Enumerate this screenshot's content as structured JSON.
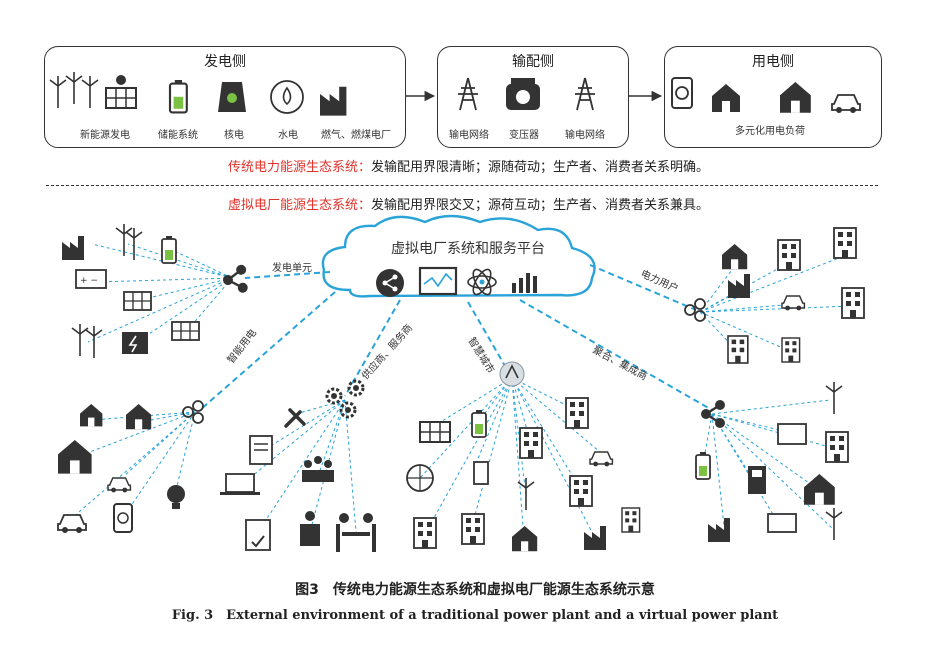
{
  "top": {
    "gen": {
      "title": "发电侧",
      "items": [
        "新能源发电",
        "储能系统",
        "核电",
        "水电",
        "燃气、燃煤电厂"
      ]
    },
    "trans": {
      "title": "输配侧",
      "items": [
        "输电网络",
        "变压器",
        "输电网络"
      ]
    },
    "use": {
      "title": "用电侧",
      "items": [
        "多元化用电负荷"
      ]
    }
  },
  "notes": {
    "traditional": {
      "head": "传统电力能源生态系统：",
      "body": "发输配用界限清晰；源随荷动；生产者、消费者关系明确。"
    },
    "virtual": {
      "head": "虚拟电厂能源生态系统：",
      "body": "发输配用界限交叉；源荷互动；生产者、消费者关系兼具。"
    }
  },
  "cloud": {
    "title": "虚拟电厂系统和服务平台"
  },
  "links": {
    "gen_unit": "发电单元",
    "power_user": "电力用户",
    "smart_use": "智能用电",
    "supplier": "供应商、服务商",
    "smart_city": "智慧城市",
    "aggregator": "聚合、集成商"
  },
  "caption": {
    "cn": "图3　传统电力能源生态系统和虚拟电厂能源生态系统示意",
    "en": "Fig. 3　External environment of a traditional power plant and a virtual power plant"
  },
  "colors": {
    "accent_red": "#e1322a",
    "link_blue": "#29a3d8",
    "icon_dark": "#333333"
  }
}
